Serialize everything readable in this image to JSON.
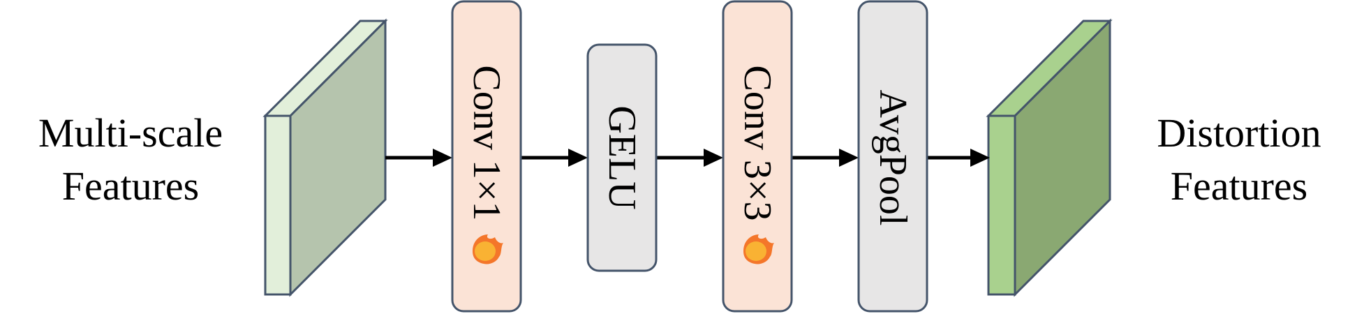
{
  "input_label": [
    "Multi-scale",
    "Features"
  ],
  "output_label": [
    "Distortion",
    "Features"
  ],
  "blocks": [
    {
      "label": "Conv 1×1",
      "trainable": true,
      "fill": "#fbe3d6",
      "icon": "fire-icon"
    },
    {
      "label": "GELU",
      "trainable": false,
      "fill": "#e7e6e6",
      "icon": ""
    },
    {
      "label": "Conv 3×3",
      "trainable": true,
      "fill": "#fbe3d6",
      "icon": "fire-icon"
    },
    {
      "label": "AvgPool",
      "trainable": false,
      "fill": "#e7e6e6",
      "icon": ""
    }
  ],
  "colors": {
    "stroke": "#44546a",
    "input_front": "#e2efda",
    "input_side": "#b5c4ad",
    "output_front": "#a9d18e",
    "output_side": "#8aa872",
    "arrow": "#000000",
    "fire_outer": "#f4762a",
    "fire_inner": "#f9b233"
  }
}
